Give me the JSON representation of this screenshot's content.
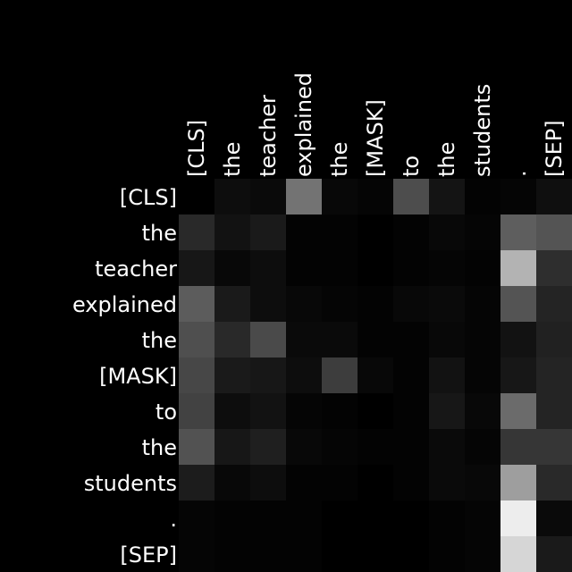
{
  "chart_data": {
    "type": "heatmap",
    "title": "",
    "xlabel": "",
    "ylabel": "",
    "x_labels": [
      "[CLS]",
      "the",
      "teacher",
      "explained",
      "the",
      "[MASK]",
      "to",
      "the",
      "students",
      ".",
      "[SEP]"
    ],
    "y_labels": [
      "[CLS]",
      "the",
      "teacher",
      "explained",
      "the",
      "[MASK]",
      "to",
      "the",
      "students",
      ".",
      "[SEP]"
    ],
    "colormap": "grayscale",
    "color_range": [
      0,
      1
    ],
    "matrix": [
      [
        0.0,
        0.05,
        0.04,
        0.45,
        0.03,
        0.02,
        0.3,
        0.08,
        0.01,
        0.02,
        0.06
      ],
      [
        0.16,
        0.07,
        0.1,
        0.01,
        0.01,
        0.0,
        0.01,
        0.03,
        0.02,
        0.37,
        0.33
      ],
      [
        0.09,
        0.03,
        0.05,
        0.01,
        0.01,
        0.0,
        0.01,
        0.02,
        0.01,
        0.7,
        0.18
      ],
      [
        0.36,
        0.1,
        0.05,
        0.03,
        0.02,
        0.01,
        0.03,
        0.04,
        0.02,
        0.33,
        0.14
      ],
      [
        0.31,
        0.16,
        0.29,
        0.04,
        0.04,
        0.01,
        0.01,
        0.03,
        0.02,
        0.07,
        0.13
      ],
      [
        0.28,
        0.1,
        0.09,
        0.05,
        0.24,
        0.03,
        0.01,
        0.07,
        0.02,
        0.09,
        0.14
      ],
      [
        0.26,
        0.05,
        0.07,
        0.02,
        0.01,
        0.0,
        0.01,
        0.09,
        0.03,
        0.42,
        0.14
      ],
      [
        0.32,
        0.09,
        0.12,
        0.03,
        0.02,
        0.01,
        0.01,
        0.04,
        0.02,
        0.21,
        0.21
      ],
      [
        0.11,
        0.03,
        0.05,
        0.01,
        0.01,
        0.0,
        0.01,
        0.04,
        0.03,
        0.62,
        0.16
      ],
      [
        0.02,
        0.01,
        0.01,
        0.01,
        0.0,
        0.0,
        0.0,
        0.01,
        0.02,
        0.93,
        0.04
      ],
      [
        0.02,
        0.01,
        0.01,
        0.01,
        0.0,
        0.0,
        0.0,
        0.01,
        0.02,
        0.84,
        0.1
      ]
    ]
  }
}
